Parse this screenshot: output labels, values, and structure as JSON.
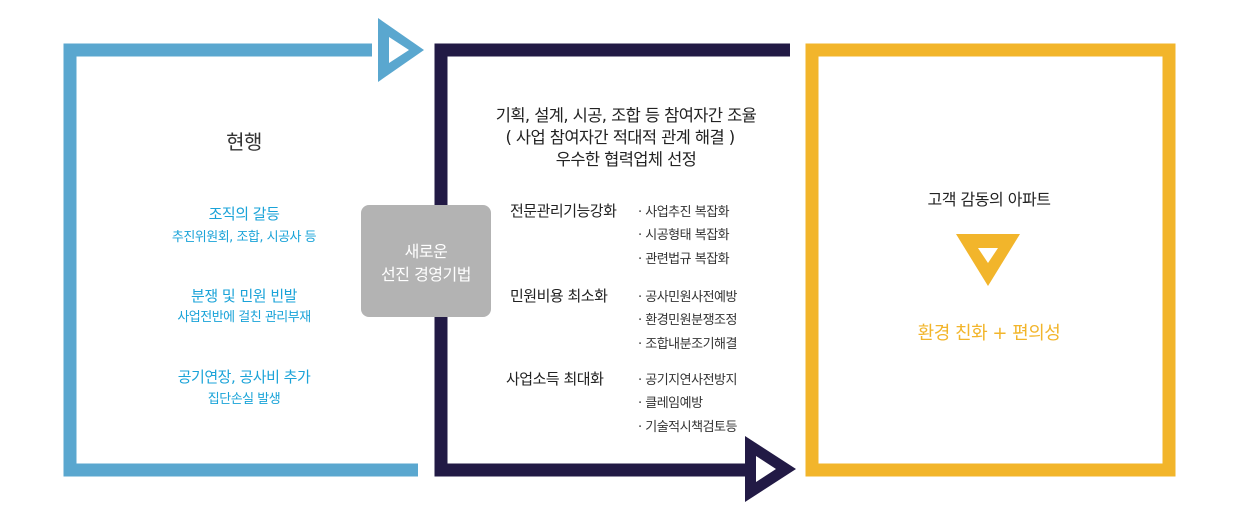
{
  "left_panel": {
    "title": "현행",
    "issues": [
      {
        "main": "조직의 갈등",
        "sub": "추진위원회, 조합, 시공사 등"
      },
      {
        "main": "분쟁 및 민원 빈발",
        "sub": "사업전반에 걸친 관리부재"
      },
      {
        "main": "공기연장, 공사비 추가",
        "sub": "집단손실 발생"
      }
    ]
  },
  "center_box": {
    "line1": "새로운",
    "line2": "선진 경영기법"
  },
  "middle_panel": {
    "heading_lines": [
      "기획, 설계, 시공, 조합 등 참여자간 조율",
      "( 사업 참여자간 적대적 관계 해결 )",
      "우수한 협력업체 선정"
    ],
    "groups": [
      {
        "category": "전문관리기능강화",
        "items": [
          "· 사업추진 복잡화",
          "· 시공형태 복잡화",
          "· 관련법규 복잡화"
        ]
      },
      {
        "category": "민원비용 최소화",
        "items": [
          "· 공사민원사전예방",
          "· 환경민원분쟁조정",
          "· 조합내분조기해결"
        ]
      },
      {
        "category": "사업소득 최대화",
        "items": [
          "· 공기지연사전방지",
          "· 클레임예방",
          "· 기술적시책검토등"
        ]
      }
    ]
  },
  "right_panel": {
    "title": "고객 감동의 아파트",
    "result": "환경 친화 + 편의성"
  },
  "colors": {
    "blue_frame": "#5aa7cf",
    "navy_frame": "#221a45",
    "yellow_frame": "#f2b52b",
    "accent_blue_text": "#1aa3d8",
    "gray_box": "#b3b3b3"
  },
  "icons": [
    "play-arrow-icon",
    "play-arrow-icon",
    "down-triangle-icon"
  ]
}
